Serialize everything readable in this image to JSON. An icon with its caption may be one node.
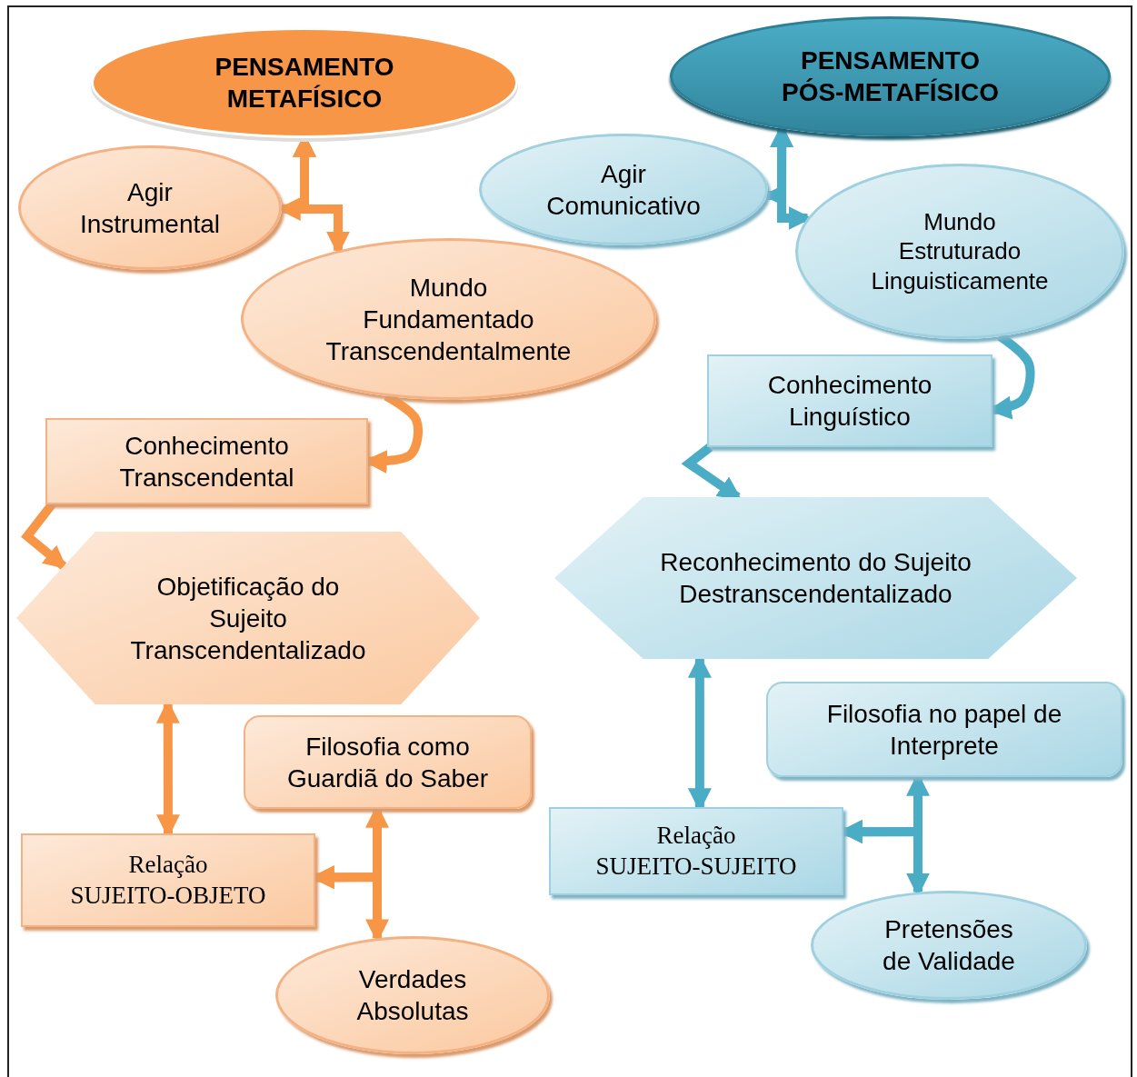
{
  "diagram": {
    "nodes": [
      {
        "text": [
          "PENSAMENTO METAFÍSICO"
        ]
      },
      {
        "text": [
          "Agir Instrumental"
        ]
      },
      {
        "text": [
          "Mundo Fundamentado Transcendentalmente"
        ]
      },
      {
        "text": [
          "Conhecimento Transcendental"
        ]
      },
      {
        "text": [
          "Objetificação do Sujeito Transcendentalizado"
        ]
      },
      {
        "text": [
          "Filosofia como Guardiã do Saber"
        ]
      },
      {
        "text": [
          "Relação SUJEITO-OBJETO"
        ]
      },
      {
        "text": [
          "Verdades Absolutas"
        ]
      },
      {
        "text": [
          "PENSAMENTO PÓS-METAFÍSICO"
        ]
      },
      {
        "text": [
          "Agir Comunicativo"
        ]
      },
      {
        "text": [
          "Mundo Estruturado Linguisticamente"
        ]
      },
      {
        "text": [
          "Conhecimento Linguístico"
        ]
      },
      {
        "text": [
          "Reconhecimento do Sujeito Destranscendentalizado"
        ]
      },
      {
        "text": [
          "Filosofia no papel de Interprete"
        ]
      },
      {
        "text": [
          "Relação SUJEITO-SUJEITO"
        ]
      },
      {
        "text": [
          "Pretensões de Validade"
        ]
      }
    ],
    "edges": [
      {
        "from": 0,
        "to": 1,
        "arrow": "both",
        "color": "#f79646"
      },
      {
        "from": 0,
        "to": 2,
        "arrow": "both",
        "color": "#f79646"
      },
      {
        "from": 2,
        "to": 3,
        "arrow": "to",
        "color": "#f79646"
      },
      {
        "from": 3,
        "to": 4,
        "arrow": "to",
        "color": "#f79646"
      },
      {
        "from": 4,
        "to": 6,
        "arrow": "both",
        "color": "#f79646"
      },
      {
        "from": 6,
        "to": 5,
        "arrow": "both",
        "color": "#f79646"
      },
      {
        "from": 6,
        "to": 7,
        "arrow": "both",
        "color": "#f79646"
      },
      {
        "from": 8,
        "to": 9,
        "arrow": "both",
        "color": "#4bacc6"
      },
      {
        "from": 8,
        "to": 10,
        "arrow": "both",
        "color": "#4bacc6"
      },
      {
        "from": 10,
        "to": 11,
        "arrow": "to",
        "color": "#4bacc6"
      },
      {
        "from": 11,
        "to": 12,
        "arrow": "to",
        "color": "#4bacc6"
      },
      {
        "from": 12,
        "to": 14,
        "arrow": "both",
        "color": "#4bacc6"
      },
      {
        "from": 14,
        "to": 13,
        "arrow": "both",
        "color": "#4bacc6"
      },
      {
        "from": 14,
        "to": 15,
        "arrow": "both",
        "color": "#4bacc6"
      }
    ]
  }
}
